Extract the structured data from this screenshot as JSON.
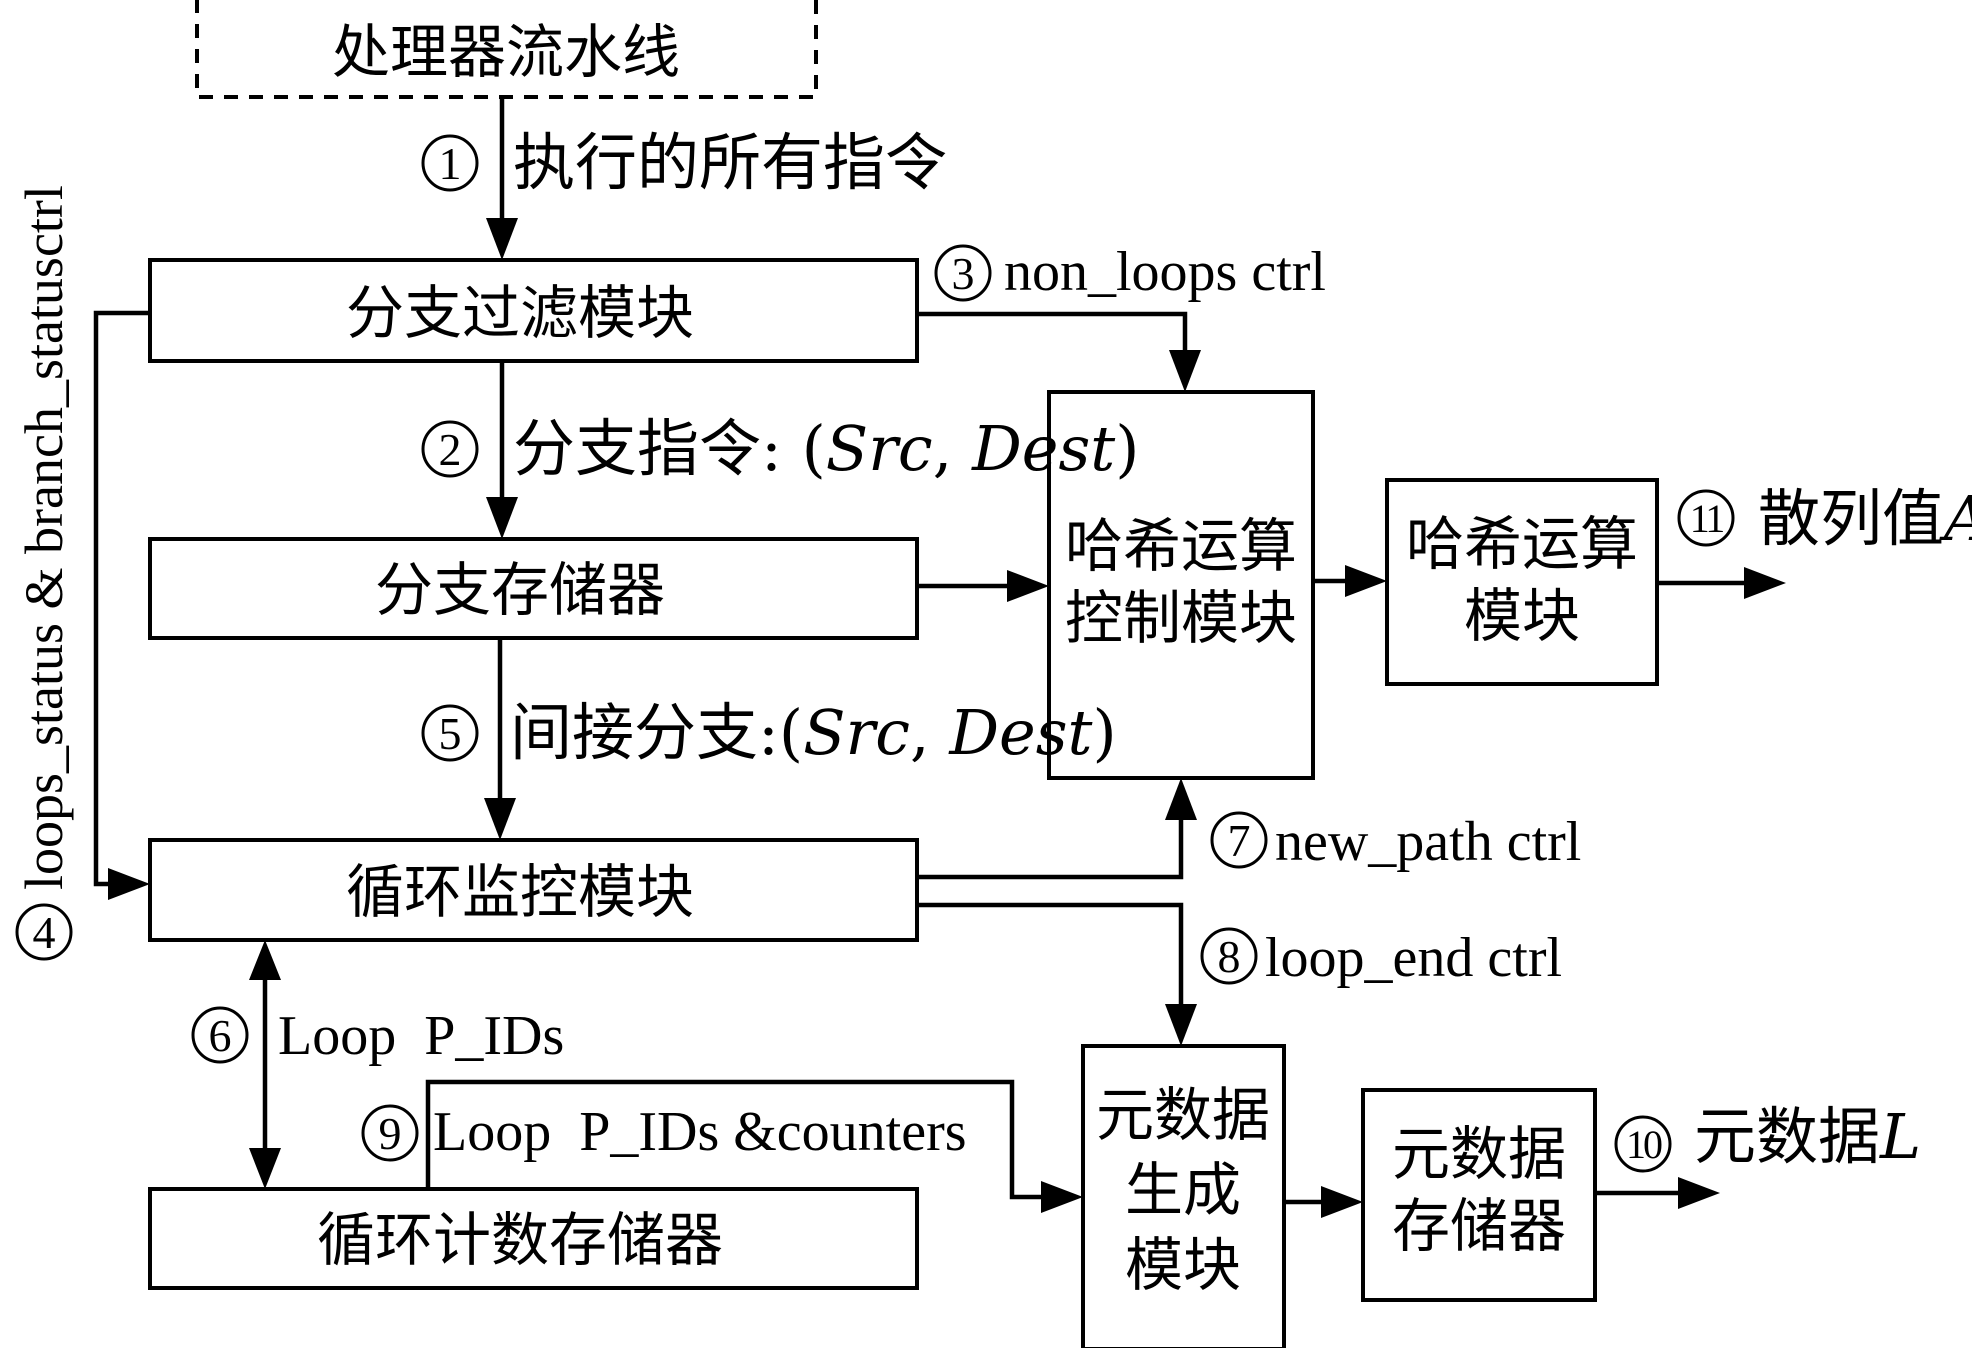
{
  "nodes": {
    "pipeline": "处理器流水线",
    "branch_filter": "分支过滤模块",
    "branch_memory": "分支存储器",
    "loop_monitor": "循环监控模块",
    "loop_count_memory": "循环计数存储器",
    "hash_control": [
      "哈希运算",
      "控制模块"
    ],
    "hash_module": [
      "哈希运算",
      "模块"
    ],
    "metadata_gen": [
      "元数据",
      "生成",
      "模块"
    ],
    "metadata_memory": [
      "元数据",
      "存储器"
    ]
  },
  "edges": [
    {
      "num": "1",
      "text": "执行的所有指令"
    },
    {
      "num": "2",
      "prefix": "分支指令: (",
      "src": "Src",
      "sep": ", ",
      "dest": "Dest",
      "suffix": ")"
    },
    {
      "num": "3",
      "text": "non_loops ctrl"
    },
    {
      "num": "4",
      "text": "loops_status & branch_statusctrl"
    },
    {
      "num": "5",
      "prefix": "间接分支:(",
      "src": "Src",
      "sep": ", ",
      "dest": "Dest",
      "suffix": ")"
    },
    {
      "num": "6",
      "text": "Loop  P_IDs"
    },
    {
      "num": "7",
      "text": "new_path ctrl"
    },
    {
      "num": "8",
      "text": "loop_end ctrl"
    },
    {
      "num": "9",
      "text": "Loop  P_IDs &counters"
    },
    {
      "num": "10",
      "text": "元数据",
      "var": "L"
    },
    {
      "num": "11",
      "text": "散列值",
      "var": "A"
    }
  ]
}
